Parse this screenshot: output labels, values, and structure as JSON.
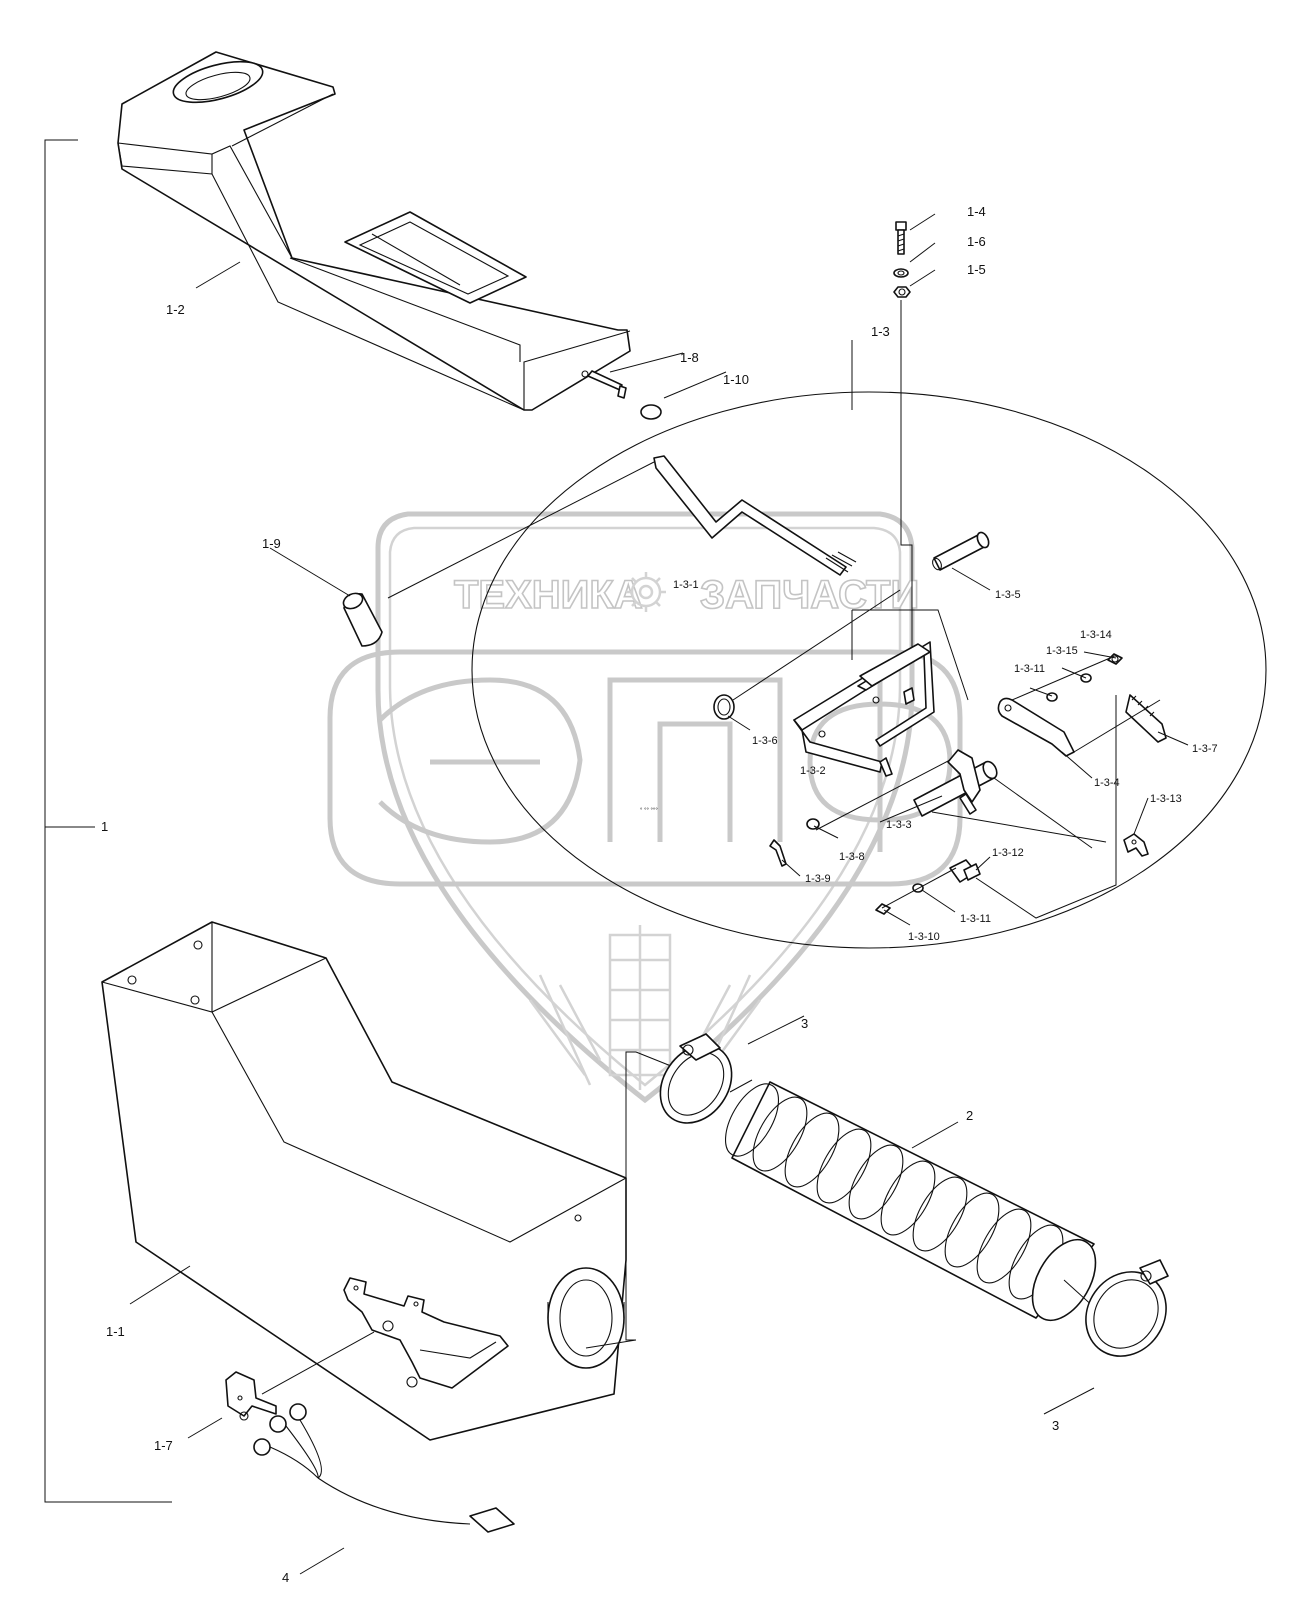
{
  "watermark": {
    "left_text": "ТЕХНИКА",
    "right_text": "ЗАПЧАСТИ",
    "logo_icon": "gear-icon",
    "emblem": "ЭПФ"
  },
  "labels": {
    "assembly": "1",
    "part_1_1": "1-1",
    "part_1_2": "1-2",
    "part_1_3": "1-3",
    "part_1_4": "1-4",
    "part_1_5": "1-5",
    "part_1_6": "1-6",
    "part_1_7": "1-7",
    "part_1_8": "1-8",
    "part_1_9": "1-9",
    "part_1_10": "1-10",
    "part_1_3_1": "1-3-1",
    "part_1_3_2": "1-3-2",
    "part_1_3_3": "1-3-3",
    "part_1_3_4": "1-3-4",
    "part_1_3_5": "1-3-5",
    "part_1_3_6": "1-3-6",
    "part_1_3_7": "1-3-7",
    "part_1_3_8": "1-3-8",
    "part_1_3_9": "1-3-9",
    "part_1_3_10": "1-3-10",
    "part_1_3_11a": "1-3-11",
    "part_1_3_11b": "1-3-11",
    "part_1_3_12": "1-3-12",
    "part_1_3_13": "1-3-13",
    "part_1_3_14": "1-3-14",
    "part_1_3_15": "1-3-15",
    "part_2": "2",
    "part_3a": "3",
    "part_3b": "3",
    "part_4": "4"
  }
}
